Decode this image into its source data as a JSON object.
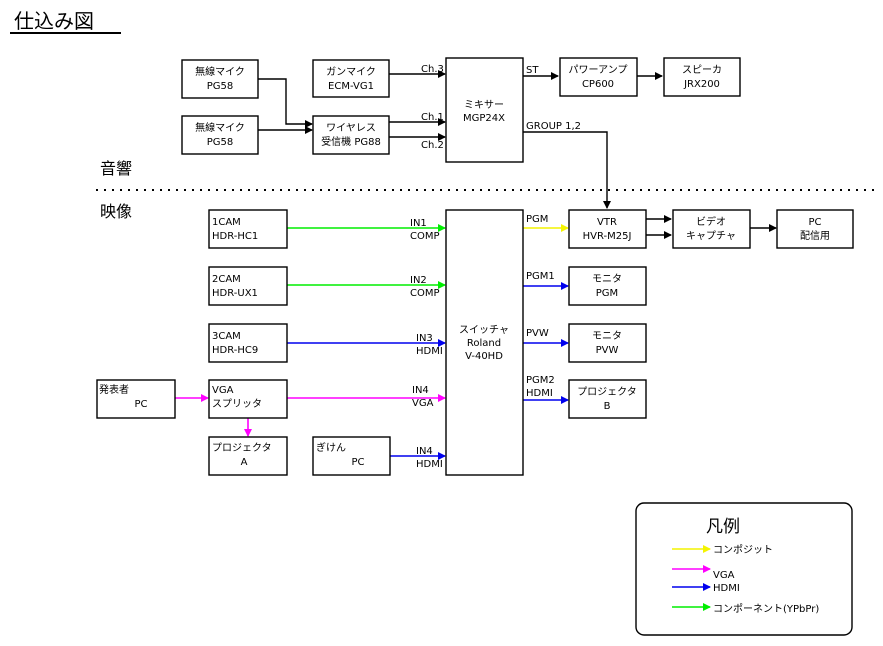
{
  "title": "仕込み図",
  "sections": {
    "audio": "音響",
    "video": "映像"
  },
  "colors": {
    "composite": "#f4f400",
    "vga": "#ff00ff",
    "hdmi": "#0000ee",
    "component": "#00ee00",
    "line": "#000000"
  },
  "audio": {
    "mic1": [
      "無線マイク",
      "PG58"
    ],
    "mic2": [
      "無線マイク",
      "PG58"
    ],
    "gunmic": [
      "ガンマイク",
      "ECM-VG1"
    ],
    "wireless": [
      "ワイヤレス",
      "受信機 PG88"
    ],
    "mixer": [
      "ミキサー",
      "MGP24X"
    ],
    "amp": [
      "パワーアンプ",
      "CP600"
    ],
    "speaker": [
      "スピーカ",
      "JRX200"
    ],
    "ch3": "Ch.3",
    "ch1": "Ch.1",
    "ch2": "Ch.2",
    "st": "ST",
    "group": "GROUP 1,2"
  },
  "video": {
    "cam1": [
      "1CAM",
      "HDR-HC1"
    ],
    "cam2": [
      "2CAM",
      "HDR-UX1"
    ],
    "cam3": [
      "3CAM",
      "HDR-HC9"
    ],
    "presenter": [
      "発表者",
      "PC"
    ],
    "splitter": [
      "VGA",
      "スプリッタ"
    ],
    "projA": [
      "プロジェクタ",
      "A"
    ],
    "gikenpc": [
      "ぎけん",
      "PC"
    ],
    "switcher": [
      "スイッチャ",
      "Roland",
      "V-40HD"
    ],
    "vtr": [
      "VTR",
      "HVR-M25J"
    ],
    "capture": [
      "ビデオ",
      "キャプチャ"
    ],
    "pcstream": [
      "PC",
      "配信用"
    ],
    "monPGM": [
      "モニタ",
      "PGM"
    ],
    "monPVW": [
      "モニタ",
      "PVW"
    ],
    "projB": [
      "プロジェクタ",
      "B"
    ],
    "in1": [
      "IN1",
      "COMP"
    ],
    "in2": [
      "IN2",
      "COMP"
    ],
    "in3": [
      "IN3",
      "HDMI"
    ],
    "in4a": [
      "IN4",
      "VGA"
    ],
    "in4b": [
      "IN4",
      "HDMI"
    ],
    "pgm": "PGM",
    "pgm1": "PGM1",
    "pvw": "PVW",
    "pgm2": [
      "PGM2",
      "HDMI"
    ]
  },
  "legend": {
    "title": "凡例",
    "items": [
      {
        "label": "コンポジット",
        "color": "#f4f400"
      },
      {
        "label": "VGA",
        "color": "#ff00ff"
      },
      {
        "label": "HDMI",
        "color": "#0000ee"
      },
      {
        "label": "コンポーネント(YPbPr)",
        "color": "#00ee00"
      }
    ]
  }
}
